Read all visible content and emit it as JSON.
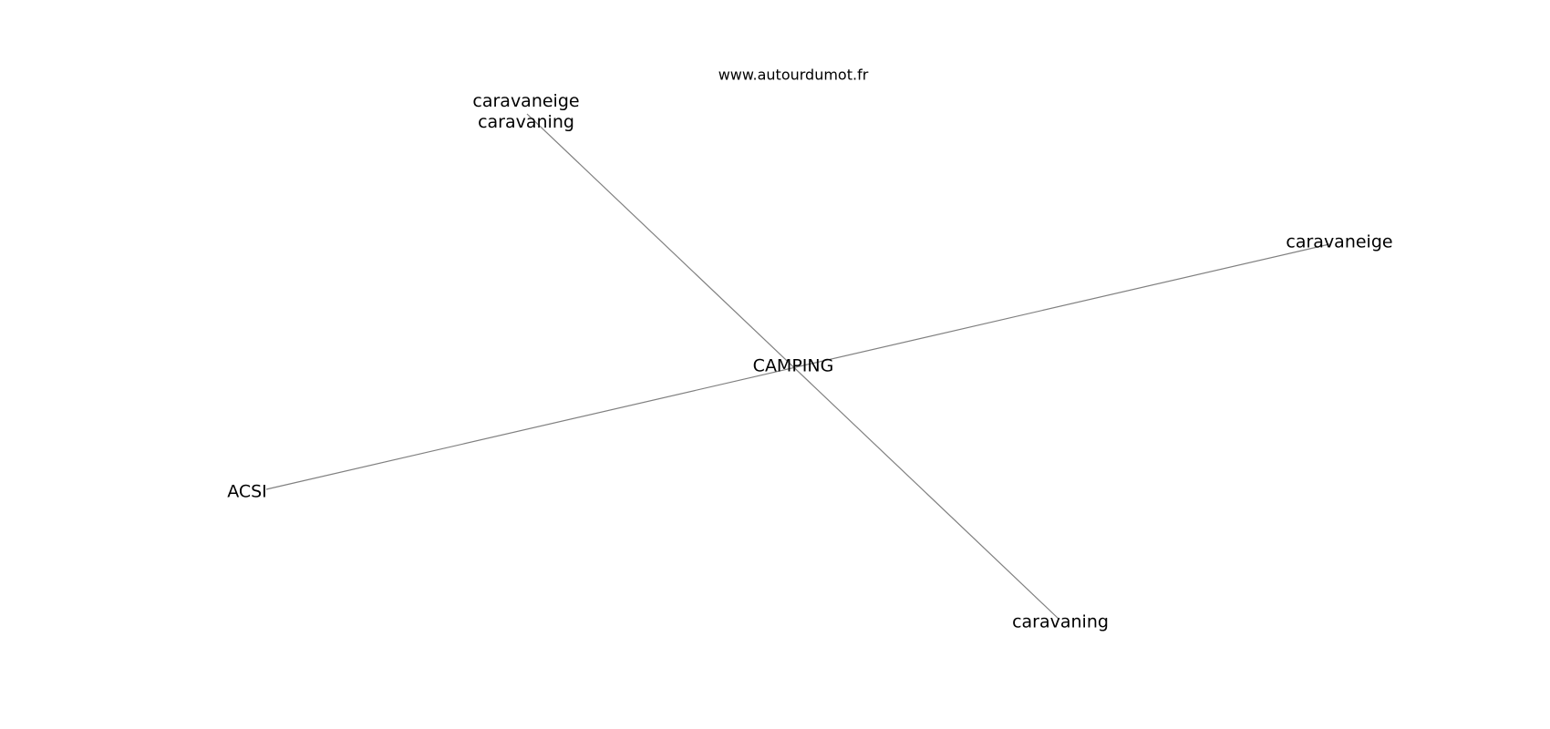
{
  "watermark": "www.autourdumot.fr",
  "nodes": {
    "center": "CAMPING",
    "top_left_line1": "caravaneige",
    "top_left_line2": "caravaning",
    "right": "caravaneige",
    "left": "ACSI",
    "bottom": "caravaning"
  },
  "edges": [
    {
      "from": "caravaneige caravaning",
      "to": "caravaning"
    },
    {
      "from": "ACSI",
      "to": "caravaneige"
    }
  ],
  "colors": {
    "edge": "#808080",
    "text": "#000000"
  }
}
